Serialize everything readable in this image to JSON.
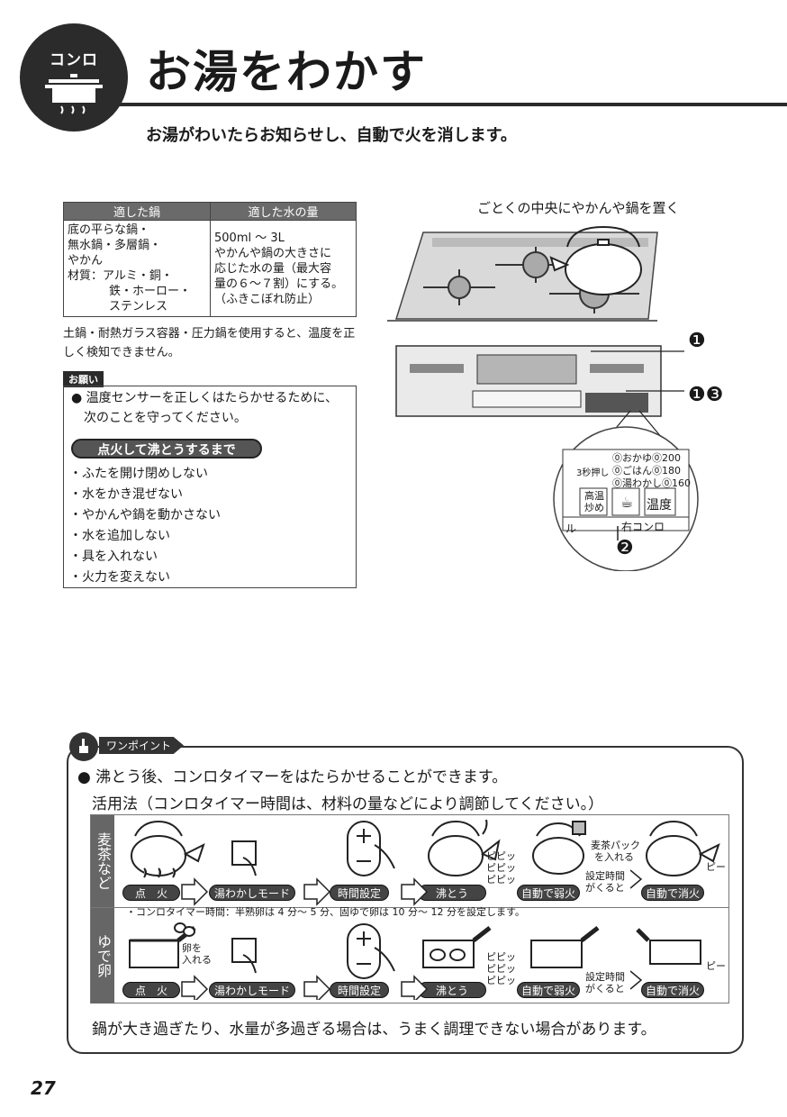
{
  "header": {
    "badge_label": "コンロ",
    "title": "お湯をわかす",
    "subtitle": "お湯がわいたらお知らせし、自動で火を消します。"
  },
  "pan_table": {
    "col1_header": "適した鍋",
    "col2_header": "適した水の量",
    "pans": [
      "底の平らな鍋・",
      "無水鍋・多層鍋・",
      "やかん"
    ],
    "material_lines": [
      "材質：アルミ・銅・",
      "鉄・ホーロー・",
      "ステンレス"
    ],
    "water_lines": [
      "500ml ～ 3L",
      "やかんや鍋の大きさに",
      "応じた水の量（最大容",
      "量の６～７割）にする。",
      "（ふきこぼれ防止）"
    ],
    "note": "土鍋・耐熱ガラス容器・圧力鍋を使用すると、温度を正しく検知できません。"
  },
  "request": {
    "tag": "お願い",
    "intro_lines": [
      "● 温度センサーを正しくはたらかせるために、",
      "次のことを守ってください。"
    ],
    "pill": "点火して沸とうするまで",
    "items": [
      "・ふたを開け閉めしない",
      "・水をかき混ぜない",
      "・やかんや鍋を動かさない",
      "・水を追加しない",
      "・具を入れない",
      "・火力を変えない"
    ]
  },
  "stove": {
    "caption": "ごとくの中央にやかんや鍋を置く",
    "callout_1": "❶",
    "callout_13": "❶❸",
    "callout_2": "❷",
    "zoom": {
      "opt1": "⓪おかゆ⓪200",
      "opt2": "⓪ごはん⓪180",
      "opt3": "⓪湯わかし⓪160",
      "hold": "3秒押し",
      "btn_high_1": "高温",
      "btn_high_2": "炒め",
      "btn_temp": "温度",
      "right_label": "右コンロ",
      "left_edge": "ル"
    }
  },
  "one_point": {
    "tag": "ワンポイント",
    "line1": "● 沸とう後、コンロタイマーをはたらかせることができます。",
    "line2": "活用法（コンロタイマー時間は、材料の量などにより調節してください。）",
    "footer": "鍋が大き過ぎたり、水量が多過ぎる場合は、うまく調理できない場合があります。",
    "rows": [
      {
        "label": "麦茶など",
        "steps": [
          "点　火",
          "湯わかしモード",
          "時間設定",
          "沸とう",
          "自動で弱火",
          "自動で消火"
        ],
        "bubbles": [
          "ピピッ",
          "ピピッ",
          "ピピッ"
        ],
        "beep": "ピー",
        "extra_1": "麦茶パック",
        "extra_2": "を入れる",
        "timer_1": "設定時間",
        "timer_2": "がくると"
      },
      {
        "label": "ゆで卵",
        "note": "・コンロタイマー時間：半熟卵は 4 分～ 5 分、固ゆで卵は 10 分～ 12 分を設定します。",
        "steps": [
          "点　火",
          "湯わかしモード",
          "時間設定",
          "沸とう",
          "自動で弱火",
          "自動で消火"
        ],
        "bubbles": [
          "ピピッ",
          "ピピッ",
          "ピピッ"
        ],
        "beep": "ピー",
        "extra_1": "卵を",
        "extra_2": "入れる",
        "timer_1": "設定時間",
        "timer_2": "がくると"
      }
    ]
  },
  "page_number": "27"
}
